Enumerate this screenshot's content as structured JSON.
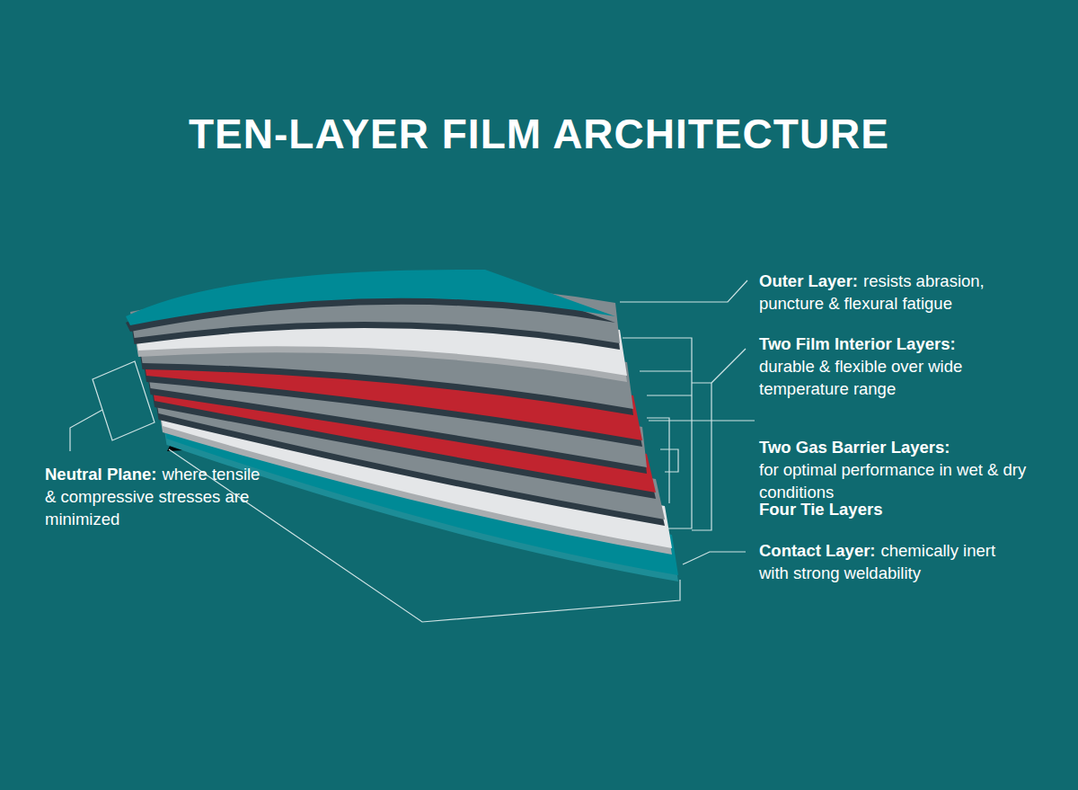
{
  "diagram": {
    "title": "TEN-LAYER FILM ARCHITECTURE",
    "labels": [
      "Outer Layer:",
      "resists abrasion, puncture & flexural fatigue",
      "Two Film Interior Layers:",
      "durable & flexible over wide temperature range",
      "Two Gas Barrier Layers:",
      "for optimal performance in wet & dry conditions",
      "Four Tie Layers",
      "Contact Layer:",
      "chemically inert with strong weldability",
      "Neutral Plane:",
      "where tensile & compressive stresses are minimized"
    ]
  }
}
